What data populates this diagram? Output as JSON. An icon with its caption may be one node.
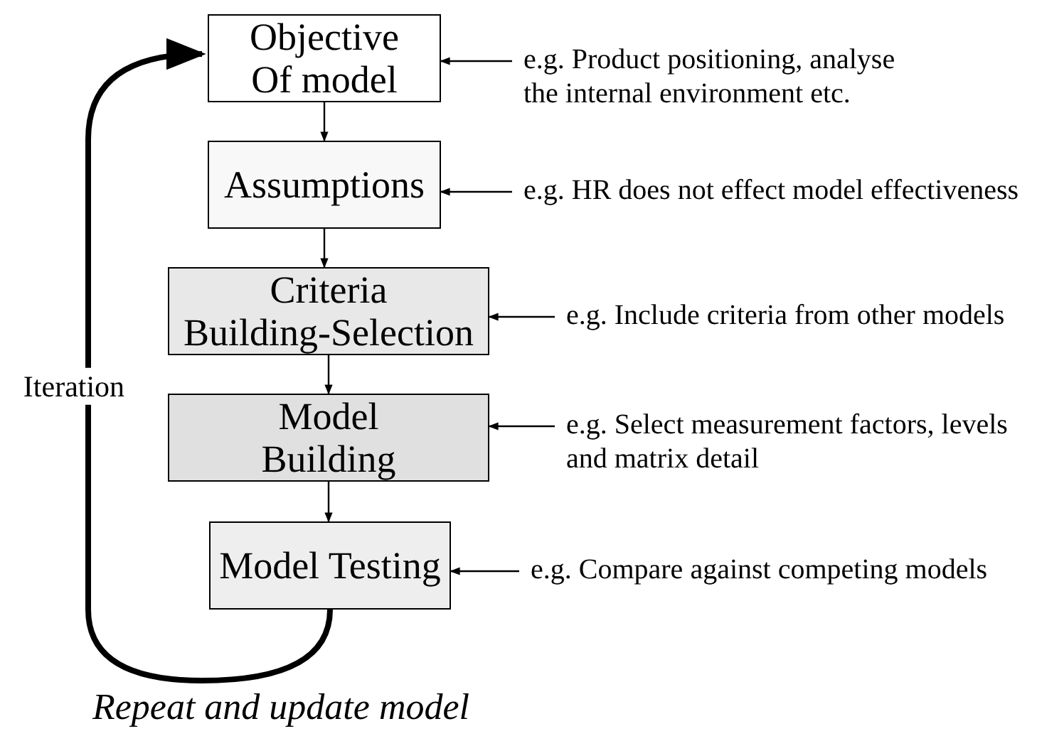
{
  "diagram": {
    "nodes": [
      {
        "text": [
          "Objective Of model"
        ]
      },
      {
        "text": [
          "Assumptions"
        ]
      },
      {
        "text": [
          "Criteria Building-Selection"
        ]
      },
      {
        "text": [
          "Model Building"
        ]
      },
      {
        "text": [
          "Model Testing"
        ]
      },
      {
        "text": [
          "e.g. Product positioning, analyse the internal environment etc."
        ]
      },
      {
        "text": [
          "e.g. HR does not effect model effectiveness"
        ]
      },
      {
        "text": [
          "e.g. Include criteria from other models"
        ]
      },
      {
        "text": [
          "e.g. Select measurement factors, levels and matrix detail"
        ]
      },
      {
        "text": [
          "e.g. Compare against competing models"
        ]
      }
    ],
    "edges": [
      {
        "from": 0,
        "to": 1,
        "arrow": "to"
      },
      {
        "from": 1,
        "to": 2,
        "arrow": "to"
      },
      {
        "from": 2,
        "to": 3,
        "arrow": "to"
      },
      {
        "from": 3,
        "to": 4,
        "arrow": "to"
      },
      {
        "from": 5,
        "to": 0,
        "arrow": "to"
      },
      {
        "from": 6,
        "to": 1,
        "arrow": "to"
      },
      {
        "from": 7,
        "to": 2,
        "arrow": "to"
      },
      {
        "from": 8,
        "to": 3,
        "arrow": "to"
      },
      {
        "from": 9,
        "to": 4,
        "arrow": "to"
      },
      {
        "from": 4,
        "to": 0,
        "arrow": "to",
        "label": "Iteration",
        "style": "thick"
      }
    ],
    "labels": [
      "Repeat and update model"
    ]
  }
}
